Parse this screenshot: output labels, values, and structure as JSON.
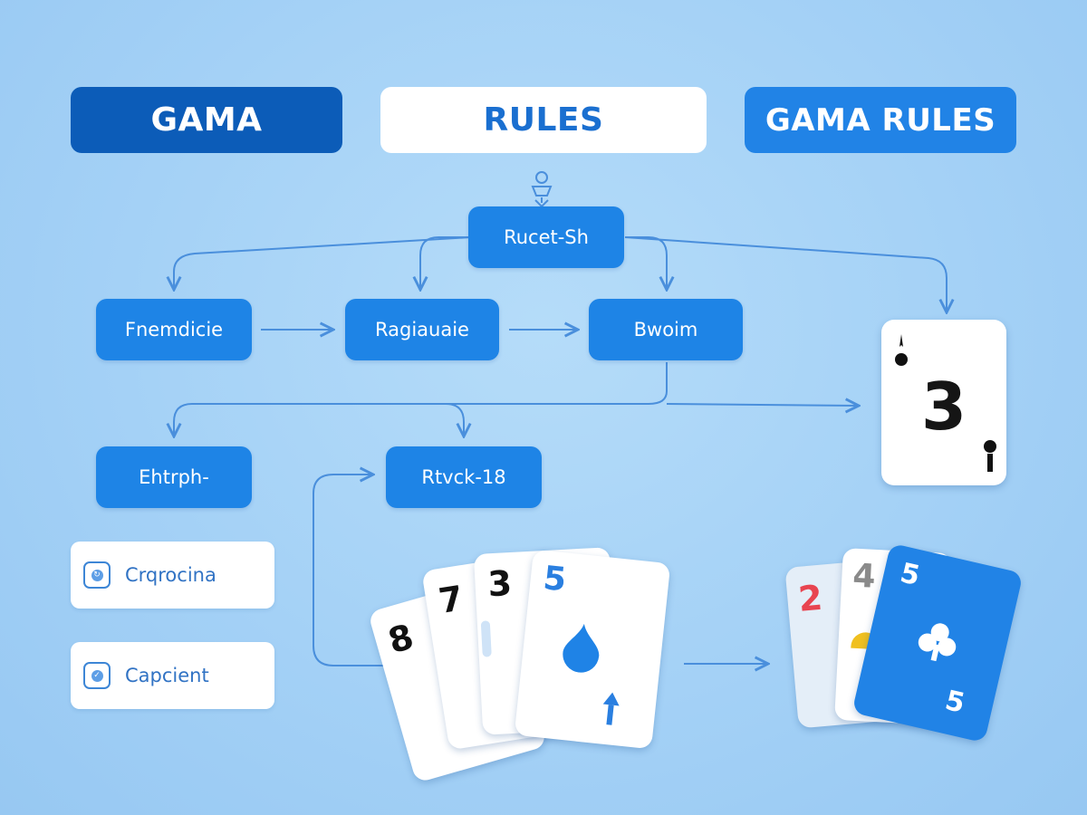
{
  "headers": {
    "left": "GAMA",
    "center": "RULES",
    "right": "GAMA RULES"
  },
  "nodes": {
    "top": "Rucet-Sh",
    "row1_left": "Fnemdicie",
    "row1_mid": "Ragiauaie",
    "row1_right": "Bwoim",
    "row2_left": "Ehtrph-",
    "row2_mid": "Rtvck-18"
  },
  "side_cards": [
    {
      "label": "Crqrocina"
    },
    {
      "label": "Capcient"
    }
  ],
  "big_card": {
    "number": "3"
  },
  "hand_left": {
    "cards": [
      "8",
      "7",
      "3",
      "5"
    ]
  },
  "hand_right": {
    "cards": [
      "2",
      "4",
      "5"
    ],
    "corner_bottom": "5"
  },
  "colors": {
    "background": "#a4d1f6",
    "primary": "#1e84e6",
    "dark": "#0c5cb8",
    "line": "#4a8fdc",
    "red": "#e84450",
    "yellow": "#f0c020"
  }
}
